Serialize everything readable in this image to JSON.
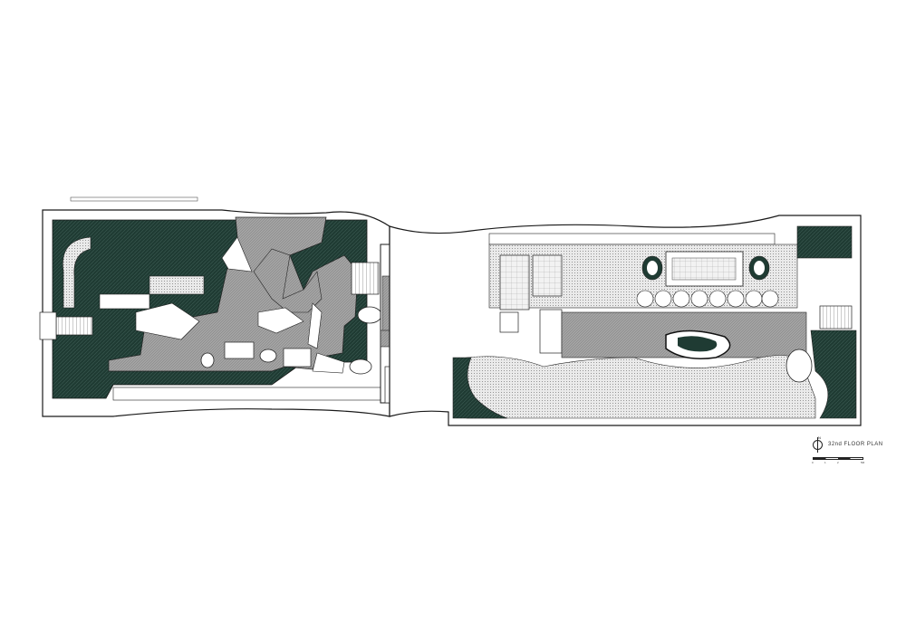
{
  "drawing": {
    "title": "32nd FLOOR PLAN",
    "north_label": "N",
    "scale_ticks": [
      "0",
      "1",
      "2",
      "5M"
    ]
  },
  "colors": {
    "planting": "#1f3b33",
    "paving": "#9a9a9a",
    "deck": "#c8c8c8",
    "line": "#1a1a1a",
    "background": "#ffffff"
  },
  "icons": [
    "north-arrow-icon",
    "scale-bar-icon",
    "stair-icon"
  ]
}
